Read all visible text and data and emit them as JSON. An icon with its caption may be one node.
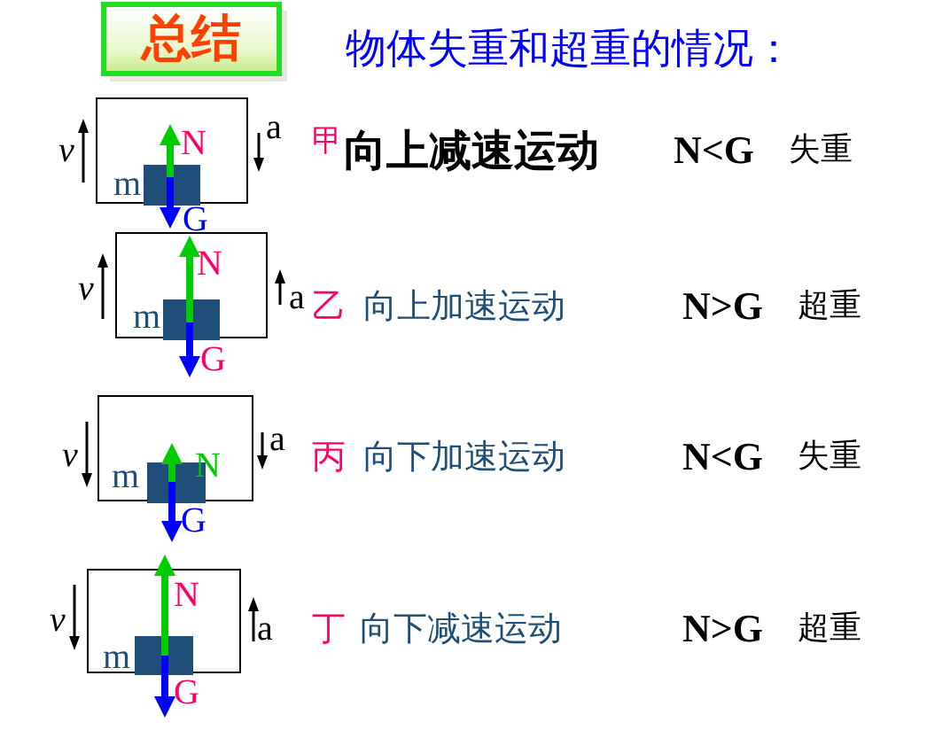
{
  "diagram": {
    "title": "物体失重和超重的情况：",
    "nodes": [
      {
        "text": [
          "总结"
        ]
      },
      {
        "text": [
          "m",
          "N"
        ]
      },
      {
        "text": [
          "m",
          "N"
        ]
      },
      {
        "text": [
          "m",
          "N"
        ]
      },
      {
        "text": [
          "m",
          "N"
        ]
      }
    ],
    "labels": [
      "v",
      "a",
      "G",
      "甲",
      "向上减速运动",
      "N<G",
      "失重",
      "v",
      "a",
      "G",
      "乙",
      "向上加速运动",
      "N>G",
      "超重",
      "v",
      "a",
      "G",
      "丙",
      "向下加速运动",
      "N<G",
      "失重",
      "v",
      "a",
      "G",
      "丁",
      "向下减速运动",
      "N>G",
      "超重"
    ]
  }
}
